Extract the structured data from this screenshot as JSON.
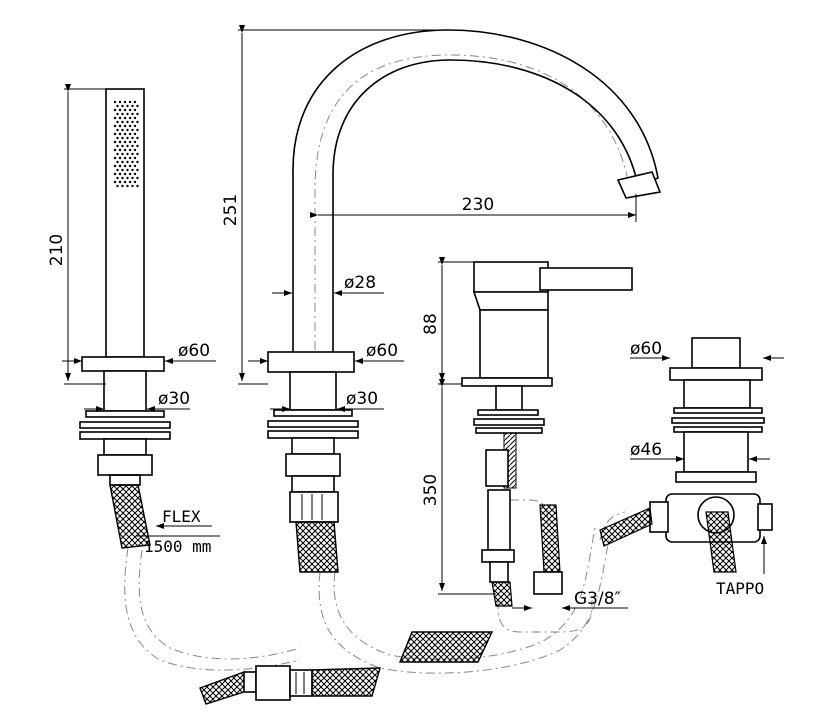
{
  "dimensions": {
    "shower_height": "210",
    "spout_height": "251",
    "spout_reach": "230",
    "spout_diameter": "ø28",
    "shower_base_diameter": "ø60",
    "spout_base_diameter": "ø60",
    "diverter_base_diameter": "ø60",
    "shower_shank_diameter": "ø30",
    "spout_shank_diameter": "ø30",
    "diverter_body_diameter": "ø46",
    "mixer_height": "88",
    "mixer_shank_length": "350",
    "connection_thread": "G3/8″"
  },
  "labels": {
    "flex_line1": "FLEX",
    "flex_line2": "1500 mm",
    "plug": "TAPPO"
  }
}
